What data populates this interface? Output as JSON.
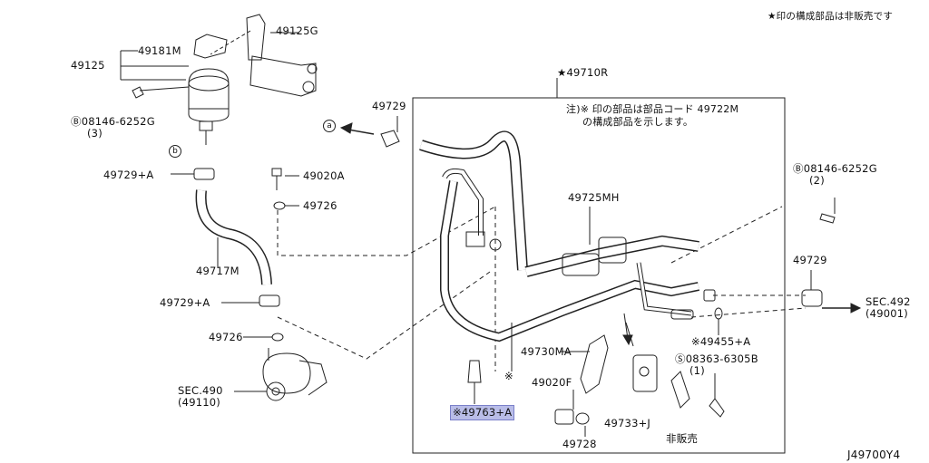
{
  "header_note": "★印の構成部品は非販売です",
  "diagram_id": "J49700Y4",
  "assembly_label": "★49710R",
  "note": {
    "line1": "注)※ 印の部品は部品コード 49722M",
    "line2": "の構成部品を示します。"
  },
  "parts": {
    "p49181M": "49181M",
    "p49125": "49125",
    "p49125G": "49125G",
    "bolt_left": "Ⓑ08146-6252G",
    "bolt_left_qty": "(3)",
    "p49729_top": "49729",
    "p49729A_1": "49729+A",
    "p49020A": "49020A",
    "p49726_1": "49726",
    "p49717M": "49717M",
    "p49729A_2": "49729+A",
    "p49726_2": "49726",
    "sec490": "SEC.490",
    "sec490_code": "(49110)",
    "p49725MH": "49725MH",
    "bolt_right": "Ⓑ08146-6252G",
    "bolt_right_qty": "(2)",
    "p49729_right": "49729",
    "sec492": "SEC.492",
    "sec492_code": "(49001)",
    "p49455A": "※49455+A",
    "screw": "Ⓢ08363-6305B",
    "screw_qty": "(1)",
    "p49730MA": "49730MA",
    "star_mark": "※",
    "p49020F": "49020F",
    "p49763A": "※49763+A",
    "p49733J": "49733+J",
    "not_sold": "非販売",
    "p49728": "49728"
  },
  "markers": {
    "a": "a",
    "b": "b"
  },
  "colors": {
    "line": "#222222",
    "highlight": "#b9bde8"
  }
}
